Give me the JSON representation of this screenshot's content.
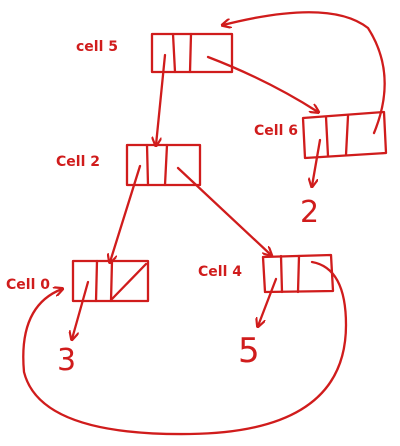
{
  "colors": {
    "ink": "#d01c1c",
    "background": "#ffffff"
  },
  "cells": [
    {
      "id": "cell5",
      "label": "cell  5"
    },
    {
      "id": "cell6",
      "label": "Cell 6"
    },
    {
      "id": "cell2",
      "label": "Cell 2"
    },
    {
      "id": "cell0",
      "label": "Cell 0"
    },
    {
      "id": "cell4",
      "label": "Cell 4"
    }
  ],
  "values": [
    {
      "id": "val2",
      "text": "2"
    },
    {
      "id": "val3",
      "text": "3"
    },
    {
      "id": "val5",
      "text": "5"
    }
  ]
}
